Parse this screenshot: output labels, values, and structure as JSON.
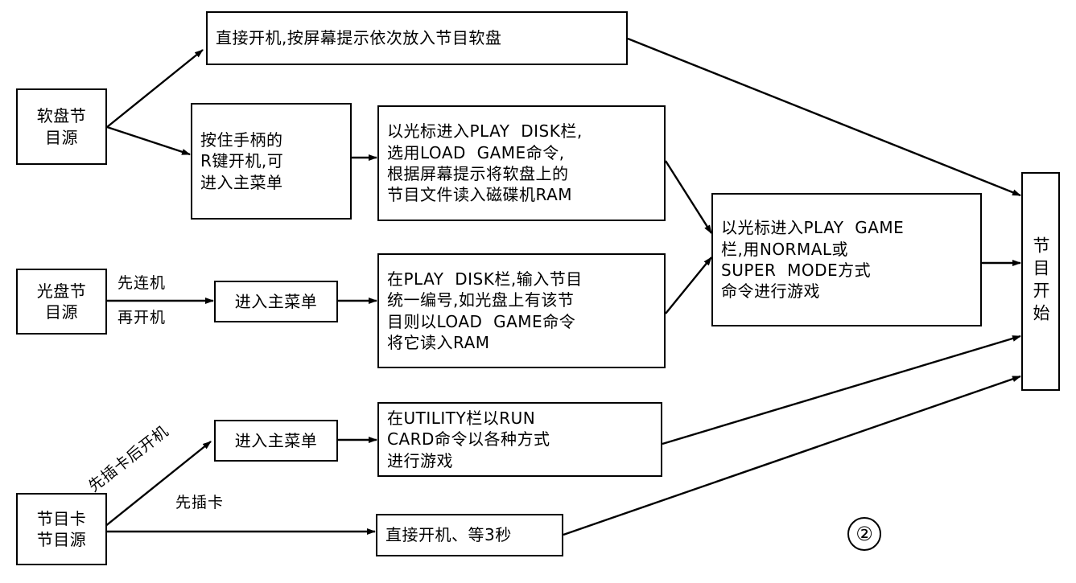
{
  "figure": {
    "number": "②",
    "caption_mark": "②"
  },
  "sources": [
    {
      "id": "floppy-source",
      "lines": [
        "软盘节",
        "目源"
      ]
    },
    {
      "id": "cd-source",
      "lines": [
        "光盘节",
        "目源"
      ]
    },
    {
      "id": "card-source",
      "lines": [
        "节目卡",
        "节目源"
      ]
    }
  ],
  "nodes": {
    "direct_boot_floppy": {
      "lines": [
        "直接开机,按屏幕提示依次放入节目软盘"
      ]
    },
    "hold_r_key": {
      "lines": [
        "按住手柄的",
        "R键开机,可",
        "进入主菜单"
      ]
    },
    "play_disk_load": {
      "lines": [
        "以光标进入PLAY  DISK栏,",
        "选用LOAD  GAME命令,",
        "根据屏幕提示将软盘上的",
        "节目文件读入磁碟机RAM"
      ]
    },
    "main_menu_cd": {
      "lines": [
        "进入主菜单"
      ]
    },
    "play_disk_number": {
      "lines": [
        "在PLAY  DISK栏,输入节目",
        "统一编号,如光盘上有该节",
        "目则以LOAD  GAME命令",
        "将它读入RAM"
      ]
    },
    "main_menu_card": {
      "lines": [
        "进入主菜单"
      ]
    },
    "utility_run_card": {
      "lines": [
        "在UTILITY栏以RUN",
        "CARD命令以各种方式",
        "进行游戏"
      ]
    },
    "direct_boot_wait": {
      "lines": [
        "直接开机、等3秒"
      ]
    },
    "play_game_mode": {
      "lines": [
        "以光标进入PLAY  GAME",
        "栏,用NORMAL或",
        "SUPER  MODE方式",
        "命令进行游戏"
      ]
    },
    "program_start": {
      "lines": [
        "节目开始"
      ]
    }
  },
  "edge_labels": {
    "cd_connect_first": "先连机",
    "cd_power_after": "再开机",
    "card_insert_then_boot": "先插卡后开机",
    "card_insert_first": "先插卡"
  },
  "colors": {
    "ink": "#000000",
    "paper": "#ffffff"
  }
}
